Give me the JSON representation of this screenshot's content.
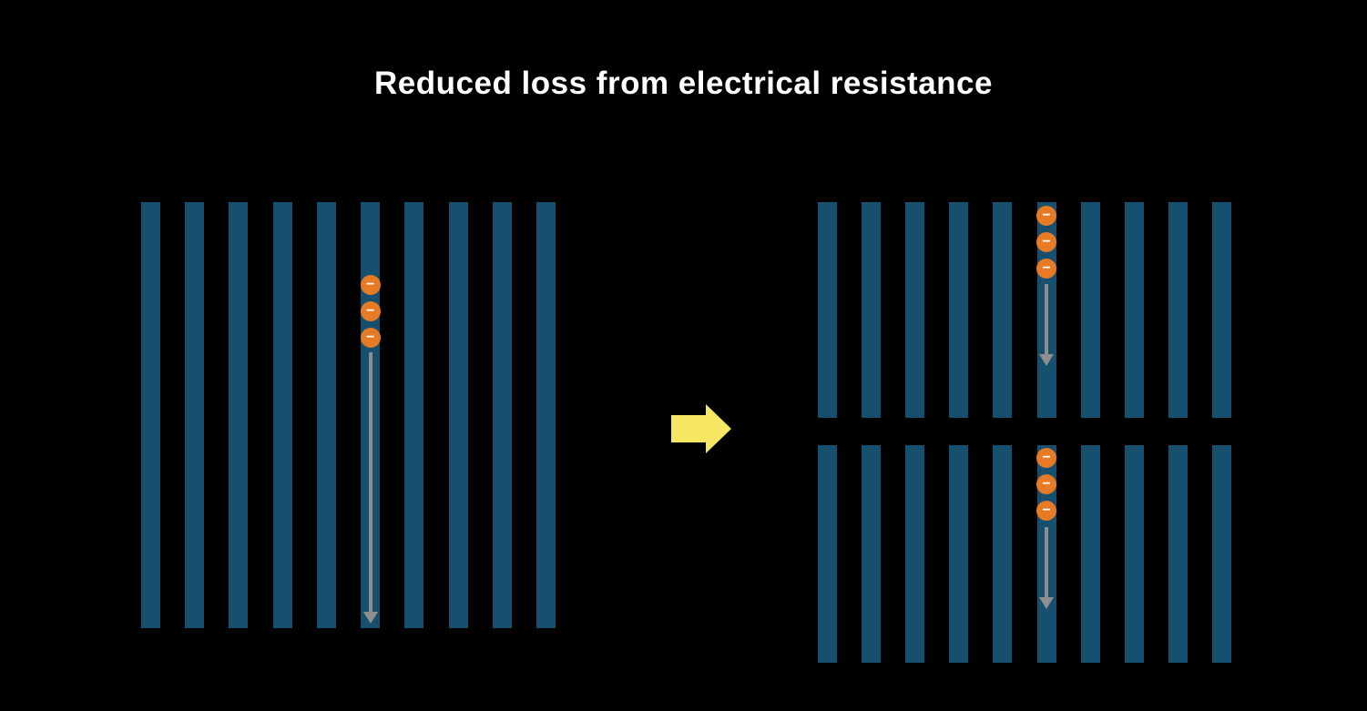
{
  "title": "Reduced loss from electrical resistance",
  "electron_symbol": "−",
  "colors": {
    "background": "#000000",
    "title_text": "#FFFFFF",
    "cell_bar": "#174F6E",
    "electron_fill": "#E77A24",
    "electron_symbol": "#FFFFFF",
    "current_arrow": "#8E8E8E",
    "transition_arrow": "#F5E762"
  },
  "panels": {
    "full_cell": {
      "name": "full-cell",
      "bar_count": 10,
      "electron_count": 3,
      "electron_bar_index": 5
    },
    "half_cell_top": {
      "name": "half-cell-top",
      "bar_count": 10,
      "electron_count": 3,
      "electron_bar_index": 5
    },
    "half_cell_bottom": {
      "name": "half-cell-bottom",
      "bar_count": 10,
      "electron_count": 3,
      "electron_bar_index": 5
    }
  }
}
